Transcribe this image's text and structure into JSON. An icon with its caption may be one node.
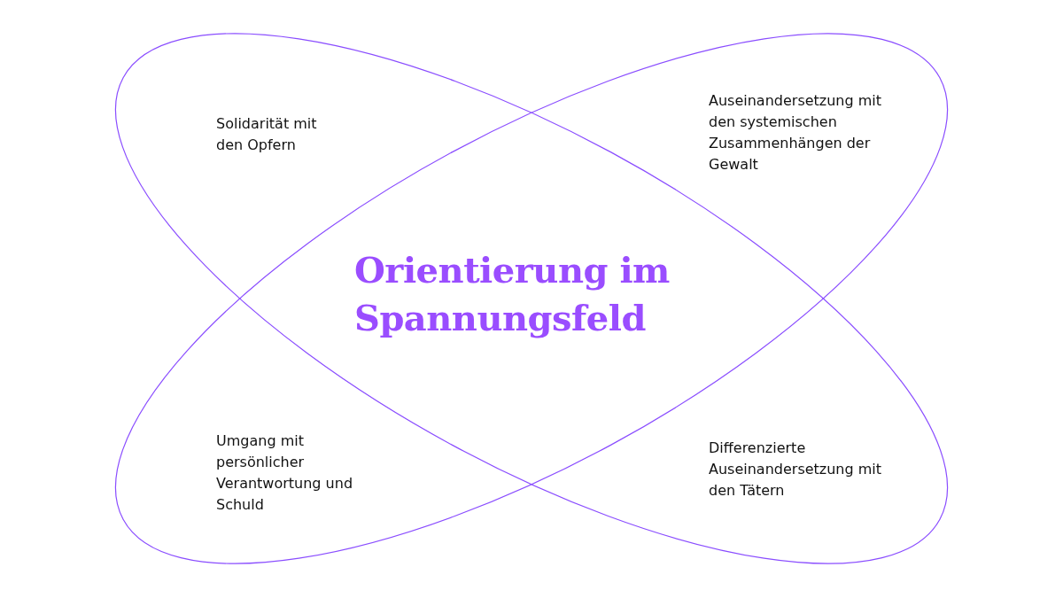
{
  "diagram": {
    "title": "Orientierung im Spannungsfeld",
    "nodes": [
      {
        "text": [
          "Solidarität mit den Opfern",
          "Differenzierte Auseinandersetzung mit den Tätern"
        ]
      },
      {
        "text": [
          "Auseinandersetzung mit den systemischen Zusammenhängen der Gewalt",
          "Umgang mit persönlicher Verantwortung und Schuld"
        ]
      }
    ]
  }
}
